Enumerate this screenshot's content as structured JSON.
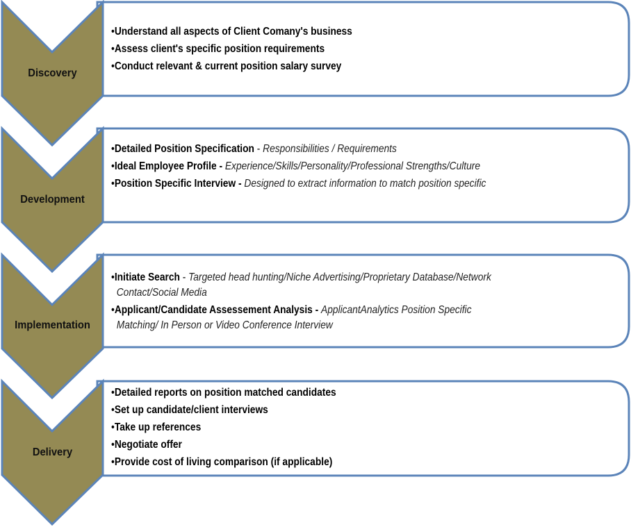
{
  "colors": {
    "chevron_fill": "#948a54",
    "border": "#5b84b9",
    "box_fill": "#ffffff"
  },
  "stages": [
    {
      "label": "Discovery",
      "items": [
        {
          "bold": "Understand all aspects of Client Comany's business",
          "sep": "",
          "italic": ""
        },
        {
          "bold": "Assess client's specific position requirements",
          "sep": "",
          "italic": ""
        },
        {
          "bold": "Conduct relevant & current position salary survey",
          "sep": "",
          "italic": ""
        }
      ]
    },
    {
      "label": "Development",
      "items": [
        {
          "bold": "Detailed Position Specification",
          "sep": " - ",
          "italic": "Responsibilities / Requirements"
        },
        {
          "bold": "Ideal Employee Profile",
          "sep": " - ",
          "italic": "Experience/Skills/Personality/Professional Strengths/Culture"
        },
        {
          "bold": "Position Specific Interview",
          "sep": " - ",
          "italic": "Designed to extract information to match position specific"
        }
      ]
    },
    {
      "label": "Implementation",
      "items": [
        {
          "bold": "Initiate Search",
          "sep": " - ",
          "italic": "Targeted head hunting/Niche Advertising/Proprietary Database/Network",
          "continuation": "Contact/Social Media"
        },
        {
          "bold": "Applicant/Candidate Assessement Analysis",
          "sep": " - ",
          "italic": "ApplicantAnalytics Position Specific",
          "continuation": "Matching/ In Person or Video Conference Interview"
        }
      ]
    },
    {
      "label": "Delivery",
      "items": [
        {
          "bold": "Detailed reports on position matched candidates",
          "sep": "",
          "italic": ""
        },
        {
          "bold": "Set up candidate/client interviews",
          "sep": "",
          "italic": ""
        },
        {
          "bold": "Take up references",
          "sep": "",
          "italic": ""
        },
        {
          "bold": "Negotiate offer",
          "sep": "",
          "italic": ""
        },
        {
          "bold": "Provide cost of living comparison (if applicable)",
          "sep": "",
          "italic": ""
        }
      ]
    }
  ]
}
